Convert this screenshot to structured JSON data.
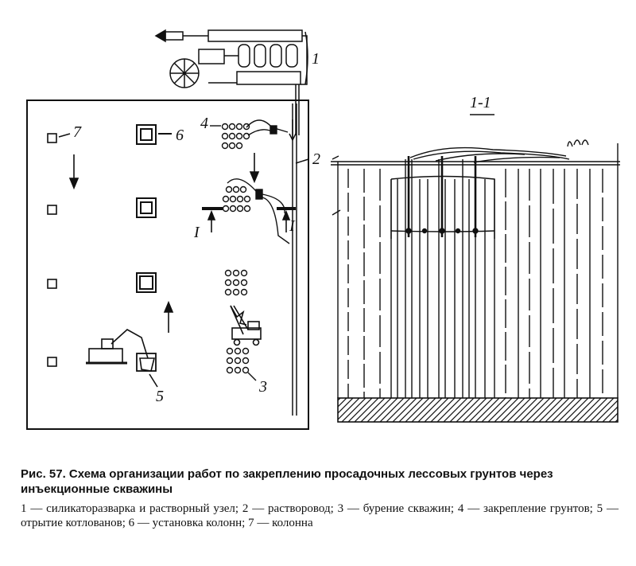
{
  "labels": {
    "mixing_unit": "1",
    "pipeline": "2",
    "drilling": "3",
    "consolidation": "4",
    "excavation": "5",
    "column_install": "6",
    "column": "7",
    "section_left": "I",
    "section_right": "I",
    "section_title": "1-1"
  },
  "caption": {
    "title": "Рис. 57. Схема организации работ по закреплению просадочных лессовых грунтов через инъекционные скважины",
    "legend": "1 — силикаторазварка и растворный узел; 2 — растворовод; 3 — бурение скважин; 4 — закрепление грунтов; 5 — отрытие котлованов; 6 — установка колонн; 7 — колонна"
  }
}
